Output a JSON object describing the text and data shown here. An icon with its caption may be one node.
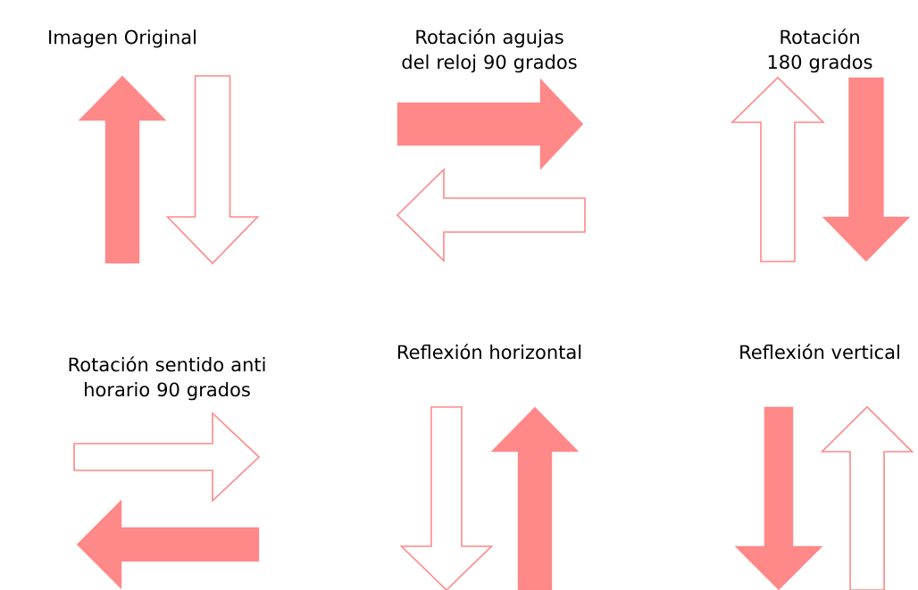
{
  "diagram": {
    "labels": [
      "Imagen Original",
      "Rotación agujas del reloj 90 grados",
      "Rotación 180 grados",
      "Rotación sentido anti horario 90 grados",
      "Reflexión horizontal",
      "Reflexión vertical"
    ]
  }
}
